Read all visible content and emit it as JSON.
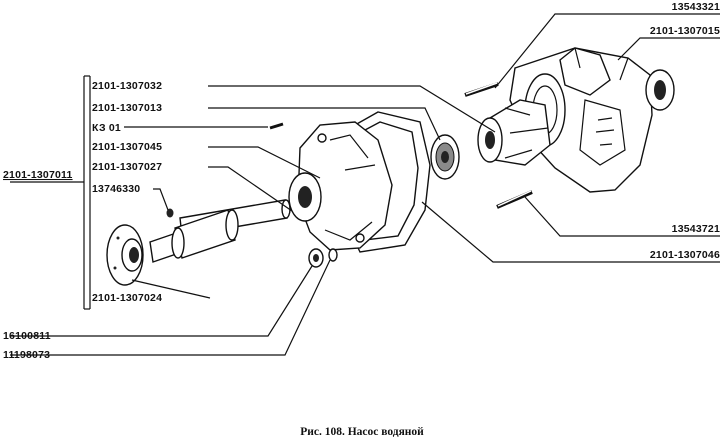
{
  "labels": {
    "l2101_1307032": "2101-1307032",
    "l2101_1307013": "2101-1307013",
    "lK3_01": "КЗ 01",
    "l2101_1307045": "2101-1307045",
    "l2101_1307027": "2101-1307027",
    "l13746330": "13746330",
    "l2101_1307011": "2101-1307011",
    "l2101_1307024": "2101-1307024",
    "l16100811": "16100811",
    "l11198073": "11198073",
    "l13543321": "13543321",
    "l2101_1307015": "2101-1307015",
    "l13543721": "13543721",
    "l2101_1307046": "2101-1307046"
  },
  "caption": "Рис. 108. Насос водяной"
}
